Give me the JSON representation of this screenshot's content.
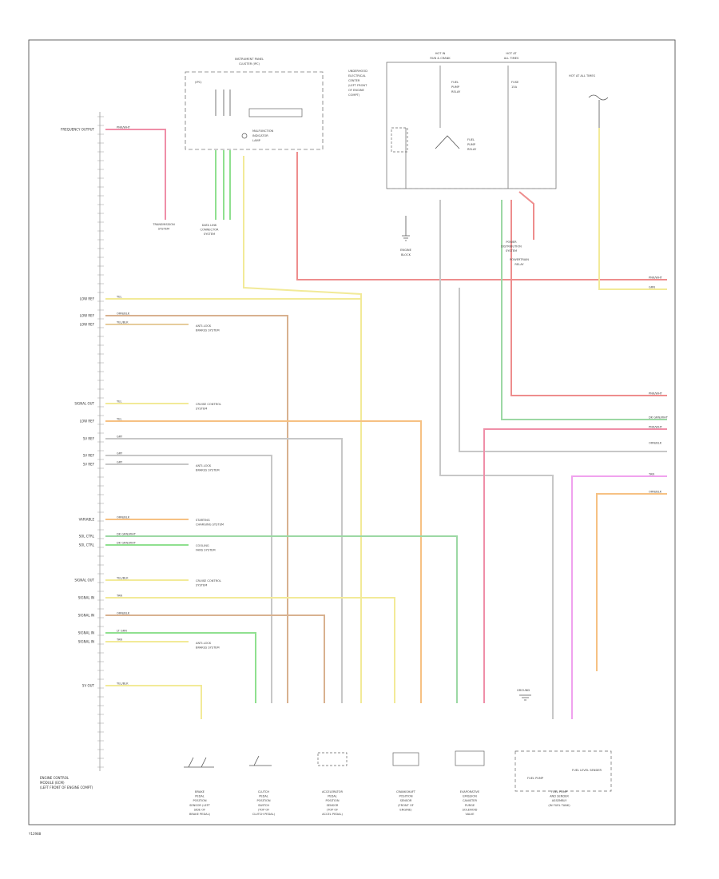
{
  "figure_id": "Y12988",
  "module": {
    "label_lines": [
      "ENGINE CONTROL",
      "MODULE (ECM)",
      "(LEFT FRONT OF ENGINE COMPT)"
    ]
  },
  "top_components": {
    "instrument_panel": {
      "lines": [
        "INSTRUMENT PANEL",
        "CLUSTER (IPC)"
      ],
      "inner": "(IPC)"
    },
    "stop_lamp": {
      "lines": [
        "MALFUNCTION",
        "INDICATOR",
        "LAMP"
      ]
    },
    "underhood": {
      "lines": [
        "UNDERHOOD",
        "ELECTRICAL",
        "CENTER",
        "(LEFT FRONT",
        "OF ENGINE",
        "COMPT)"
      ]
    },
    "fuse_hot_run": {
      "lines": [
        "HOT IN",
        "RUN & CRANK"
      ]
    },
    "fuse_hot_all": {
      "lines": [
        "HOT AT",
        "ALL TIMES"
      ]
    },
    "fuel_relay": {
      "lines": [
        "FUEL",
        "PUMP",
        "RELAY"
      ]
    },
    "fuel_relay_switch": {
      "lines": [
        "FUEL",
        "PUMP",
        "RELAY"
      ]
    },
    "powertrain_relay": {
      "lines": [
        "POWERTRAIN",
        "RELAY"
      ]
    },
    "hot_all_right": {
      "lines": [
        "HOT AT ALL TIMES"
      ]
    },
    "fuse_right": {
      "lines": [
        "FUSE",
        "15A"
      ]
    },
    "engine_block": {
      "lines": [
        "ENGINE",
        "BLOCK"
      ]
    }
  },
  "left_pins": [
    {
      "name": "FREQUENCY OUTPUT",
      "code": "PNK/WHT"
    },
    {
      "name": "LOW REF",
      "code": "YEL"
    },
    {
      "name": "LOW REF",
      "code": "ORN/BLK"
    },
    {
      "name": "LOW REF",
      "code": "YEL/BLK"
    },
    {
      "name": "SIGNAL OUT",
      "code": "YEL"
    },
    {
      "name": "LOW REF",
      "code": "YEL"
    },
    {
      "name": "5V REF",
      "code": "GRY"
    },
    {
      "name": "5V REF",
      "code": "GRY"
    },
    {
      "name": "5V REF",
      "code": "GRY"
    },
    {
      "name": "VARIABLE",
      "code": "ORN/BLK"
    },
    {
      "name": "SOL CTRL",
      "code": "DK GRN/WHT"
    },
    {
      "name": "SOL CTRL",
      "code": "DK GRN/WHT"
    },
    {
      "name": "SIGNAL OUT",
      "code": "YEL/BLK"
    },
    {
      "name": "SIGNAL IN",
      "code": "TAN"
    },
    {
      "name": "SIGNAL IN",
      "code": "ORN/BLK"
    },
    {
      "name": "SIGNAL IN",
      "code": "LT GRN"
    },
    {
      "name": "SIGNAL IN",
      "code": "TAN"
    },
    {
      "name": "5V OUT",
      "code": "YEL/BLK"
    }
  ],
  "side_notes": [
    {
      "lines": [
        "TRANSMISSION",
        "SYSTEM"
      ]
    },
    {
      "lines": [
        "DATA LINK",
        "CONNECTOR",
        "SYSTEM"
      ]
    },
    {
      "lines": [
        "ANTI-LOCK",
        "BRAKES SYSTEM"
      ]
    },
    {
      "lines": [
        "CRUISE CONTROL",
        "SYSTEM"
      ]
    },
    {
      "lines": [
        "ANTI-LOCK",
        "BRAKES SYSTEM"
      ]
    },
    {
      "lines": [
        "STARTING",
        "CHARGING SYSTEM"
      ]
    },
    {
      "lines": [
        "COOLING",
        "FANS SYSTEM"
      ]
    },
    {
      "lines": [
        "CRUISE CONTROL",
        "SYSTEM"
      ]
    },
    {
      "lines": [
        "ANTI-LOCK",
        "BRAKES SYSTEM"
      ]
    },
    {
      "lines": [
        "POWER",
        "DISTRIBUTION",
        "SYSTEM"
      ]
    }
  ],
  "bottom_components": [
    {
      "lines": [
        "BRAKE",
        "PEDAL",
        "POSITION",
        "SENSOR (LEFT",
        "SIDE OF",
        "BRAKE PEDAL)"
      ]
    },
    {
      "lines": [
        "CLUTCH",
        "PEDAL",
        "POSITION",
        "SWITCH",
        "(TOP OF",
        "CLUTCH PEDAL)"
      ]
    },
    {
      "lines": [
        "ACCELERATOR",
        "PEDAL",
        "POSITION",
        "SENSOR",
        "(TOP OF",
        "ACCEL PEDAL)"
      ]
    },
    {
      "lines": [
        "CRANKSHAFT",
        "POSITION",
        "SENSOR",
        "(FRONT OF",
        "ENGINE)"
      ]
    },
    {
      "lines": [
        "EVAPORATIVE",
        "EMISSION",
        "CANISTER",
        "PURGE",
        "SOLENOID",
        "VALVE"
      ]
    },
    {
      "lines": [
        "FUEL PUMP",
        "AND SENDER",
        "ASSEMBLY",
        "(IN FUEL TANK)"
      ]
    }
  ],
  "fuel_pump_labels": {
    "pump": "FUEL PUMP",
    "sender": "FUEL LEVEL SENDER",
    "ground": "GROUND"
  },
  "right_edge_codes": [
    {
      "code": "PNK/WHT"
    },
    {
      "code": "GRN"
    },
    {
      "code": "PNK/WHT"
    },
    {
      "code": "DK GRN/WHT"
    },
    {
      "code": "PNK/WHT"
    },
    {
      "code": "ORN/BLK"
    },
    {
      "code": "TAN"
    },
    {
      "code": "ORN/BLK"
    }
  ],
  "colors": {
    "pink": "#ef8fa8",
    "red": "#ee8d8d",
    "green": "#8fe08f",
    "dkgreen": "#9cd8a4",
    "yellow": "#f2ea98",
    "orange": "#f6c183",
    "tan": "#e6cc9c",
    "brown": "#d8b18f",
    "grey": "#c7c7c7",
    "magenta": "#f0a2ee"
  }
}
